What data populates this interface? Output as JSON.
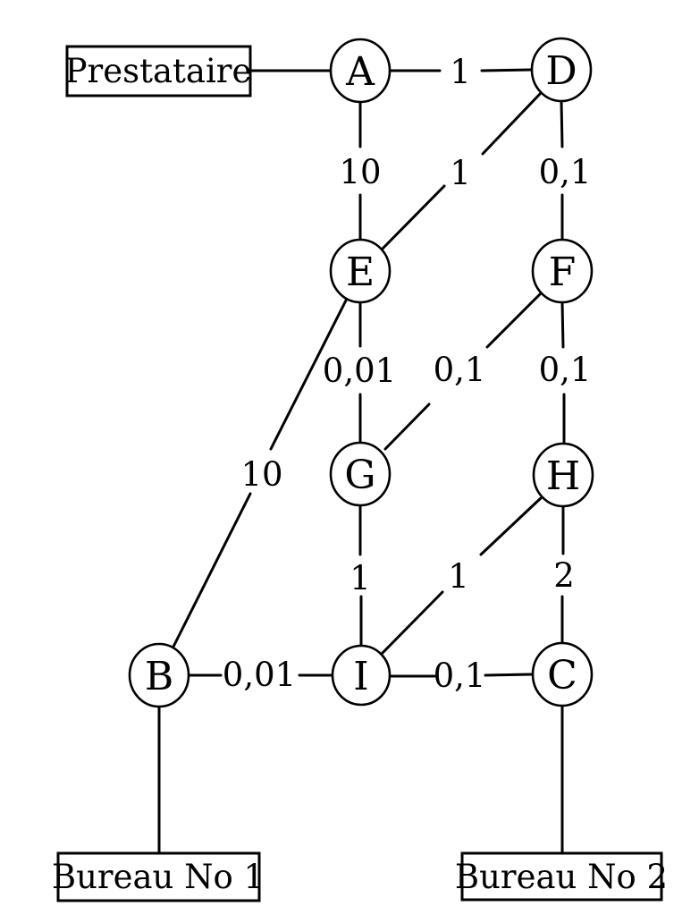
{
  "diagram": {
    "title": "",
    "colors": {
      "background": "#ffffff",
      "stroke": "#000000",
      "text": "#000000"
    },
    "terminals": {
      "prestataire": {
        "label": "Prestataire"
      },
      "bureau1": {
        "label": "Bureau No 1"
      },
      "bureau2": {
        "label": "Bureau No 2"
      }
    },
    "nodes": {
      "A": {
        "label": "A"
      },
      "B": {
        "label": "B"
      },
      "C": {
        "label": "C"
      },
      "D": {
        "label": "D"
      },
      "E": {
        "label": "E"
      },
      "F": {
        "label": "F"
      },
      "G": {
        "label": "G"
      },
      "H": {
        "label": "H"
      },
      "I": {
        "label": "I"
      }
    },
    "edges": {
      "prestataire_A": {
        "from": "Prestataire",
        "to": "A",
        "weight": ""
      },
      "A_D": {
        "from": "A",
        "to": "D",
        "weight": "1"
      },
      "A_E": {
        "from": "A",
        "to": "E",
        "weight": "10"
      },
      "D_E": {
        "from": "D",
        "to": "E",
        "weight": "1"
      },
      "D_F": {
        "from": "D",
        "to": "F",
        "weight": "0,1"
      },
      "E_G": {
        "from": "E",
        "to": "G",
        "weight": "0,01"
      },
      "F_G": {
        "from": "F",
        "to": "G",
        "weight": "0,1"
      },
      "F_H": {
        "from": "F",
        "to": "H",
        "weight": "0,1"
      },
      "E_B": {
        "from": "E",
        "to": "B",
        "weight": "10"
      },
      "G_I": {
        "from": "G",
        "to": "I",
        "weight": "1"
      },
      "H_I": {
        "from": "H",
        "to": "I",
        "weight": "1"
      },
      "H_C": {
        "from": "H",
        "to": "C",
        "weight": "2"
      },
      "B_I": {
        "from": "B",
        "to": "I",
        "weight": "0,01"
      },
      "I_C": {
        "from": "I",
        "to": "C",
        "weight": "0,1"
      },
      "B_bureau1": {
        "from": "B",
        "to": "Bureau No 1",
        "weight": ""
      },
      "C_bureau2": {
        "from": "C",
        "to": "Bureau No 2",
        "weight": ""
      }
    }
  }
}
